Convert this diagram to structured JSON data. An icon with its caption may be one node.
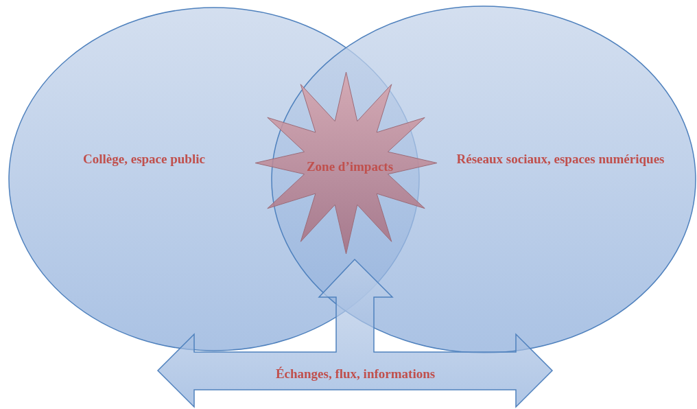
{
  "diagram": {
    "nodes": [
      {
        "text": [
          "Collège, espace public"
        ]
      },
      {
        "text": [
          "Réseaux sociaux, espaces numériques"
        ]
      },
      {
        "text": [
          "Zone d’impacts"
        ]
      }
    ],
    "edges": [
      {
        "from": 0,
        "to": 1,
        "arrow": "both",
        "label": "Échanges, flux, informations"
      },
      {
        "from": null,
        "to": 2,
        "arrow": "to"
      }
    ]
  }
}
